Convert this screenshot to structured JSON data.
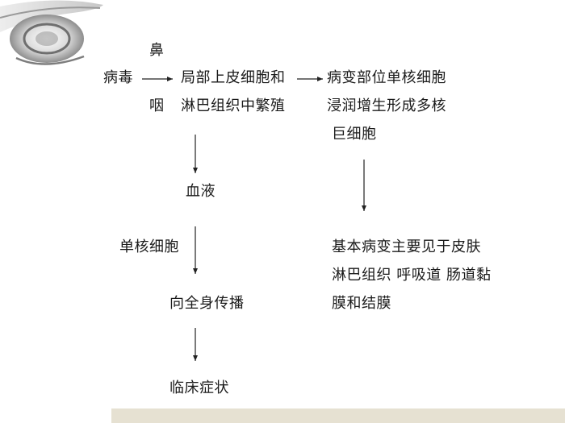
{
  "diagram": {
    "nose": "鼻",
    "virus": "病毒",
    "throat": "咽",
    "local_line1": "局部上皮细胞和",
    "local_line2": "淋巴组织中繁殖",
    "lesion_line1": "病变部位单核细胞",
    "lesion_line2": "浸润增生形成多核",
    "lesion_line3": "巨细胞",
    "blood": "血液",
    "monocyte": "单核细胞",
    "spread": "向全身传播",
    "clinical": "临床症状",
    "main_line1": "基本病变主要见于皮肤",
    "main_line2": "淋巴组织 呼吸道 肠道黏",
    "main_line3": "膜和结膜"
  },
  "colors": {
    "footer_band": "#e6e1d2",
    "arrow": "#222222",
    "text": "#1a1a1a"
  }
}
